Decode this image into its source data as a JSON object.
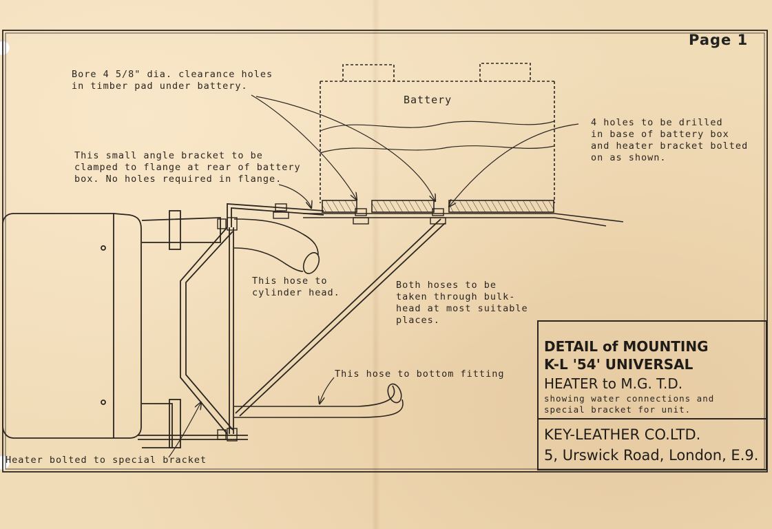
{
  "page": "Page 1",
  "labels": {
    "bore_holes": "Bore 4 5/8\" dia. clearance holes\nin timber pad under battery.",
    "battery": "Battery",
    "drill_holes": "4 holes to be drilled\nin base of battery box\nand heater bracket bolted\non as shown.",
    "angle_bracket": "This small angle bracket to be\nclamped to flange at rear of battery\nbox. No holes required in flange.",
    "hose_cylinder": "This hose to\ncylinder head.",
    "both_hoses": "Both hoses to be\ntaken through bulk-\nhead at most suitable\nplaces.",
    "hose_bottom": "This hose to bottom fitting",
    "heater_bolted": "Heater bolted to special bracket"
  },
  "title_block": {
    "line1": "DETAIL of MOUNTING",
    "line2": "K-L '54' UNIVERSAL",
    "line3": "HEATER to M.G. T.D.",
    "sub1": "showing water connections and",
    "sub2": "special bracket for unit.",
    "company": "KEY-LEATHER CO.LTD.",
    "address": "5, Urswick Road, London, E.9."
  }
}
